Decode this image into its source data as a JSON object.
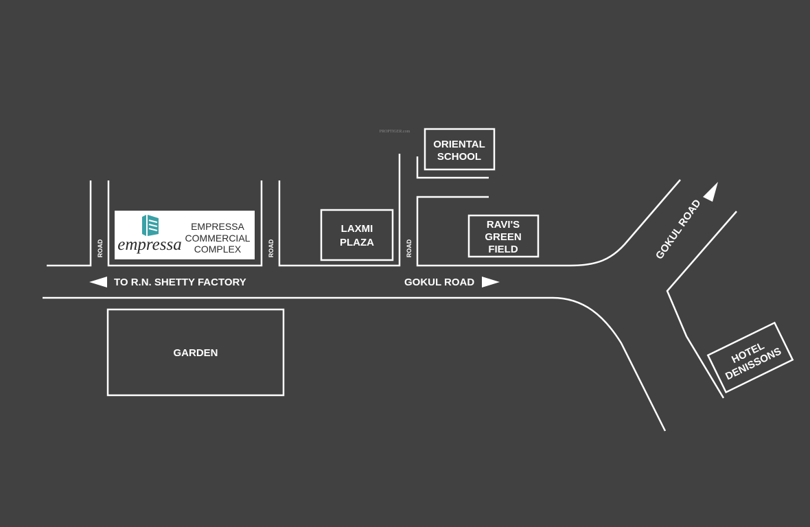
{
  "watermark": "PROPTIGER.com",
  "colors": {
    "background": "#414141",
    "lines": "#ffffff",
    "logo_teal": "#3aa1a6",
    "logo_dark": "#2a2a2a",
    "card": "#ffffff"
  },
  "landmarks": {
    "oriental_school": [
      "ORIENTAL",
      "SCHOOL"
    ],
    "laxmi_plaza": [
      "LAXMI",
      "PLAZA"
    ],
    "ravis_green_field": [
      "RAVI'S",
      "GREEN",
      "FIELD"
    ],
    "garden": "GARDEN",
    "hotel_denissons": [
      "HOTEL",
      "DENISSONS"
    ]
  },
  "project": {
    "logo_word": "empressa",
    "logo_icon": "building-icon",
    "name_lines": [
      "EMPRESSA",
      "COMMERCIAL",
      "COMPLEX"
    ]
  },
  "roads": {
    "side_road_label": "ROAD",
    "to_factory": "TO R.N. SHETTY FACTORY",
    "gokul_road": "GOKUL ROAD",
    "gokul_road_branch": "GOKUL ROAD"
  }
}
